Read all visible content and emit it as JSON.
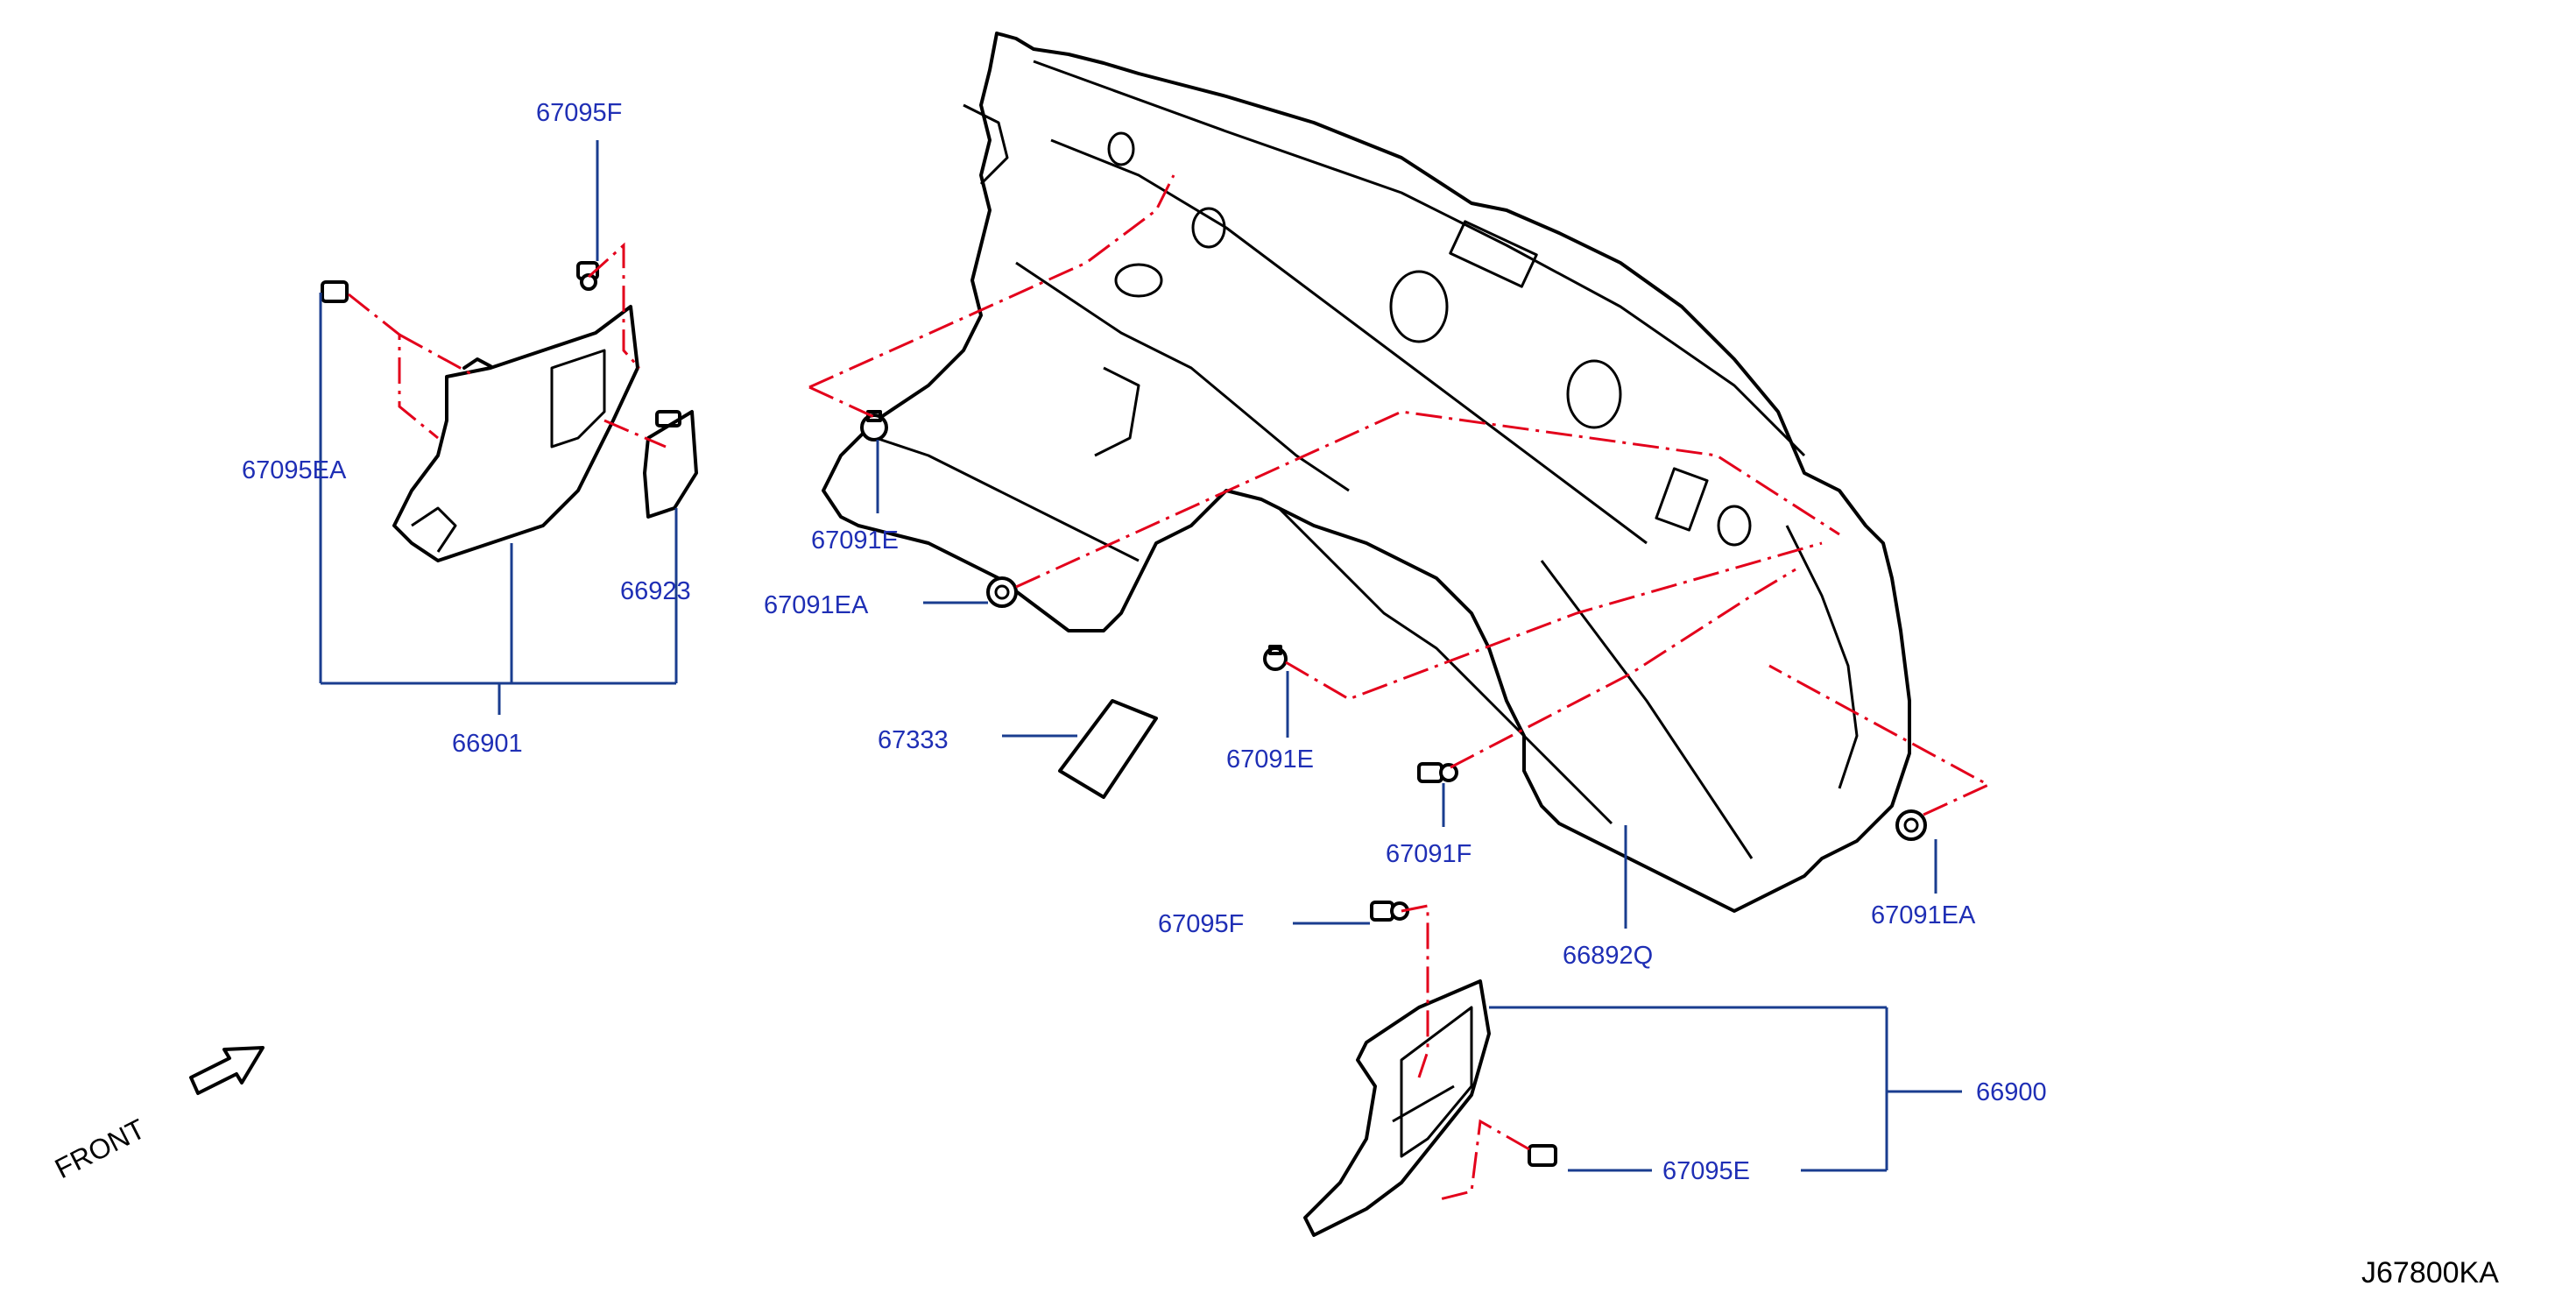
{
  "labels": {
    "p67095F_top": "67095F",
    "p67095EA": "67095EA",
    "p66923": "66923",
    "p66901": "66901",
    "p67091E_a": "67091E",
    "p67091EA_a": "67091EA",
    "p67333": "67333",
    "p67091E_b": "67091E",
    "p67091F": "67091F",
    "p67091EA_b": "67091EA",
    "p66892Q": "66892Q",
    "p67095F_bottom": "67095F",
    "p66900": "66900",
    "p67095E": "67095E"
  },
  "front_label": "FRONT",
  "diagram_code": "J67800KA",
  "colors": {
    "part_line": "#000000",
    "leader_line": "#1a3d8f",
    "label_text": "#1f2fb5",
    "mounting_dashes": "#e3001b"
  }
}
